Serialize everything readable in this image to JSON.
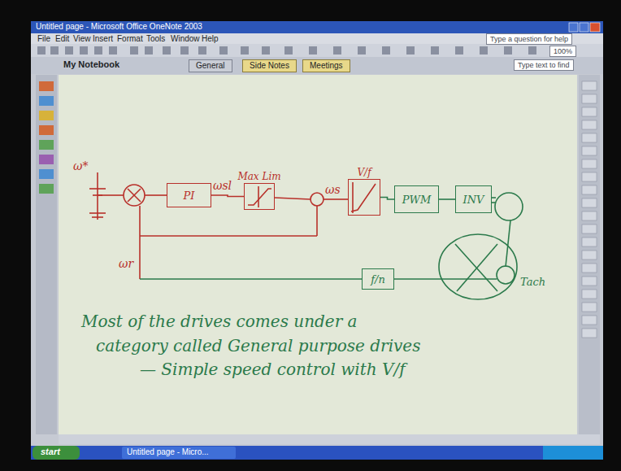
{
  "diagram": {
    "nodes": [
      {
        "text": [
          "PI"
        ]
      },
      {
        "text": [
          "Max Lim"
        ]
      },
      {
        "text": [
          "V/f"
        ]
      },
      {
        "text": [
          "PWM"
        ]
      },
      {
        "text": [
          "INV"
        ]
      },
      {
        "text": [
          "f/n"
        ]
      }
    ],
    "edges": [
      {
        "from": 0,
        "to": 1,
        "arrow": "none"
      },
      {
        "from": 2,
        "to": 3,
        "arrow": "none"
      },
      {
        "from": 3,
        "to": 4,
        "arrow": "none"
      }
    ],
    "labels": [
      "Untitled page - Microsoft Office OneNote 2003",
      "File",
      "Edit",
      "View",
      "Insert",
      "Format",
      "Tools",
      "Window",
      "Help",
      "Type a question for help",
      "100%",
      "My Notebook",
      "General",
      "Side Notes",
      "Meetings",
      "Type text to find",
      "ω*",
      "ωsl",
      "ωs",
      "ωr",
      "Tach",
      "Most of the drives comes under a",
      "category called General purpose drives",
      "— Simple speed control with V/f",
      "start",
      "Untitled page - Micro..."
    ]
  }
}
